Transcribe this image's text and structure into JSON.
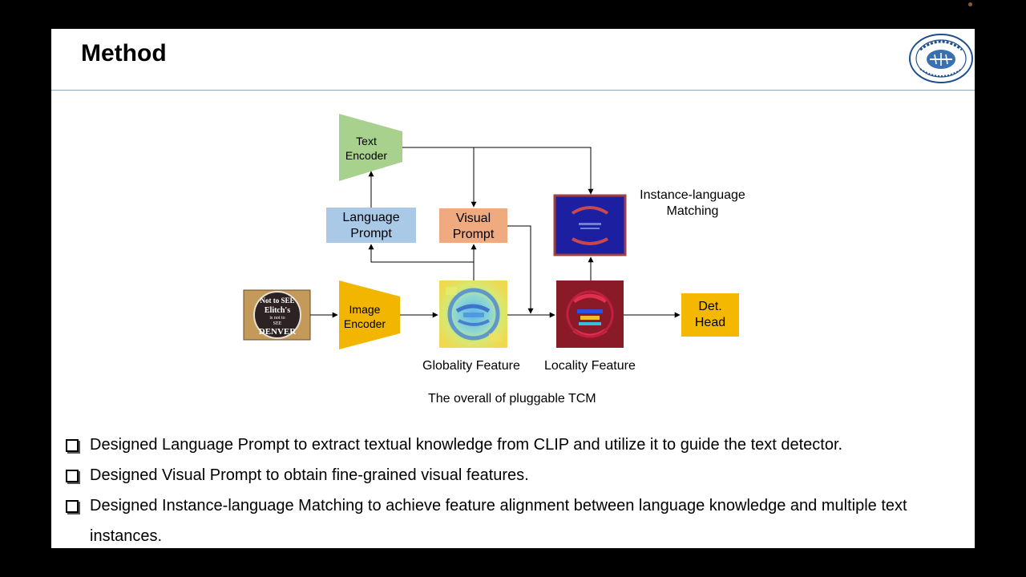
{
  "slide": {
    "title": "Method"
  },
  "diagram": {
    "text_encoder": [
      "Text",
      "Encoder"
    ],
    "image_encoder": [
      "Image",
      "Encoder"
    ],
    "language_prompt": [
      "Language",
      "Prompt"
    ],
    "visual_prompt": [
      "Visual",
      "Prompt"
    ],
    "instance_language": [
      "Instance-language",
      "Matching"
    ],
    "det_head": [
      "Det.",
      "Head"
    ],
    "globality_feature": "Globality Feature",
    "locality_feature": "Locality Feature",
    "caption": "The overall of pluggable TCM",
    "input_image_text": [
      "Not to SEE",
      "Elitch's",
      "is not to",
      "SEE",
      "DENVER"
    ],
    "colors": {
      "text_encoder": "#a8d18d",
      "image_encoder": "#f2b600",
      "language_prompt": "#a9c9e6",
      "visual_prompt": "#f0aa80",
      "det_head": "#f5b800",
      "matching_border": "#a04040",
      "matching_fill": "#1c1fa0",
      "locality_fill": "#8a1a28"
    }
  },
  "bullets": [
    "Designed Language Prompt to extract textual knowledge from CLIP and utilize it to guide the text detector.",
    "Designed Visual Prompt to obtain fine-grained visual features.",
    "Designed Instance-language Matching to achieve feature alignment between language knowledge and multiple text instances."
  ]
}
